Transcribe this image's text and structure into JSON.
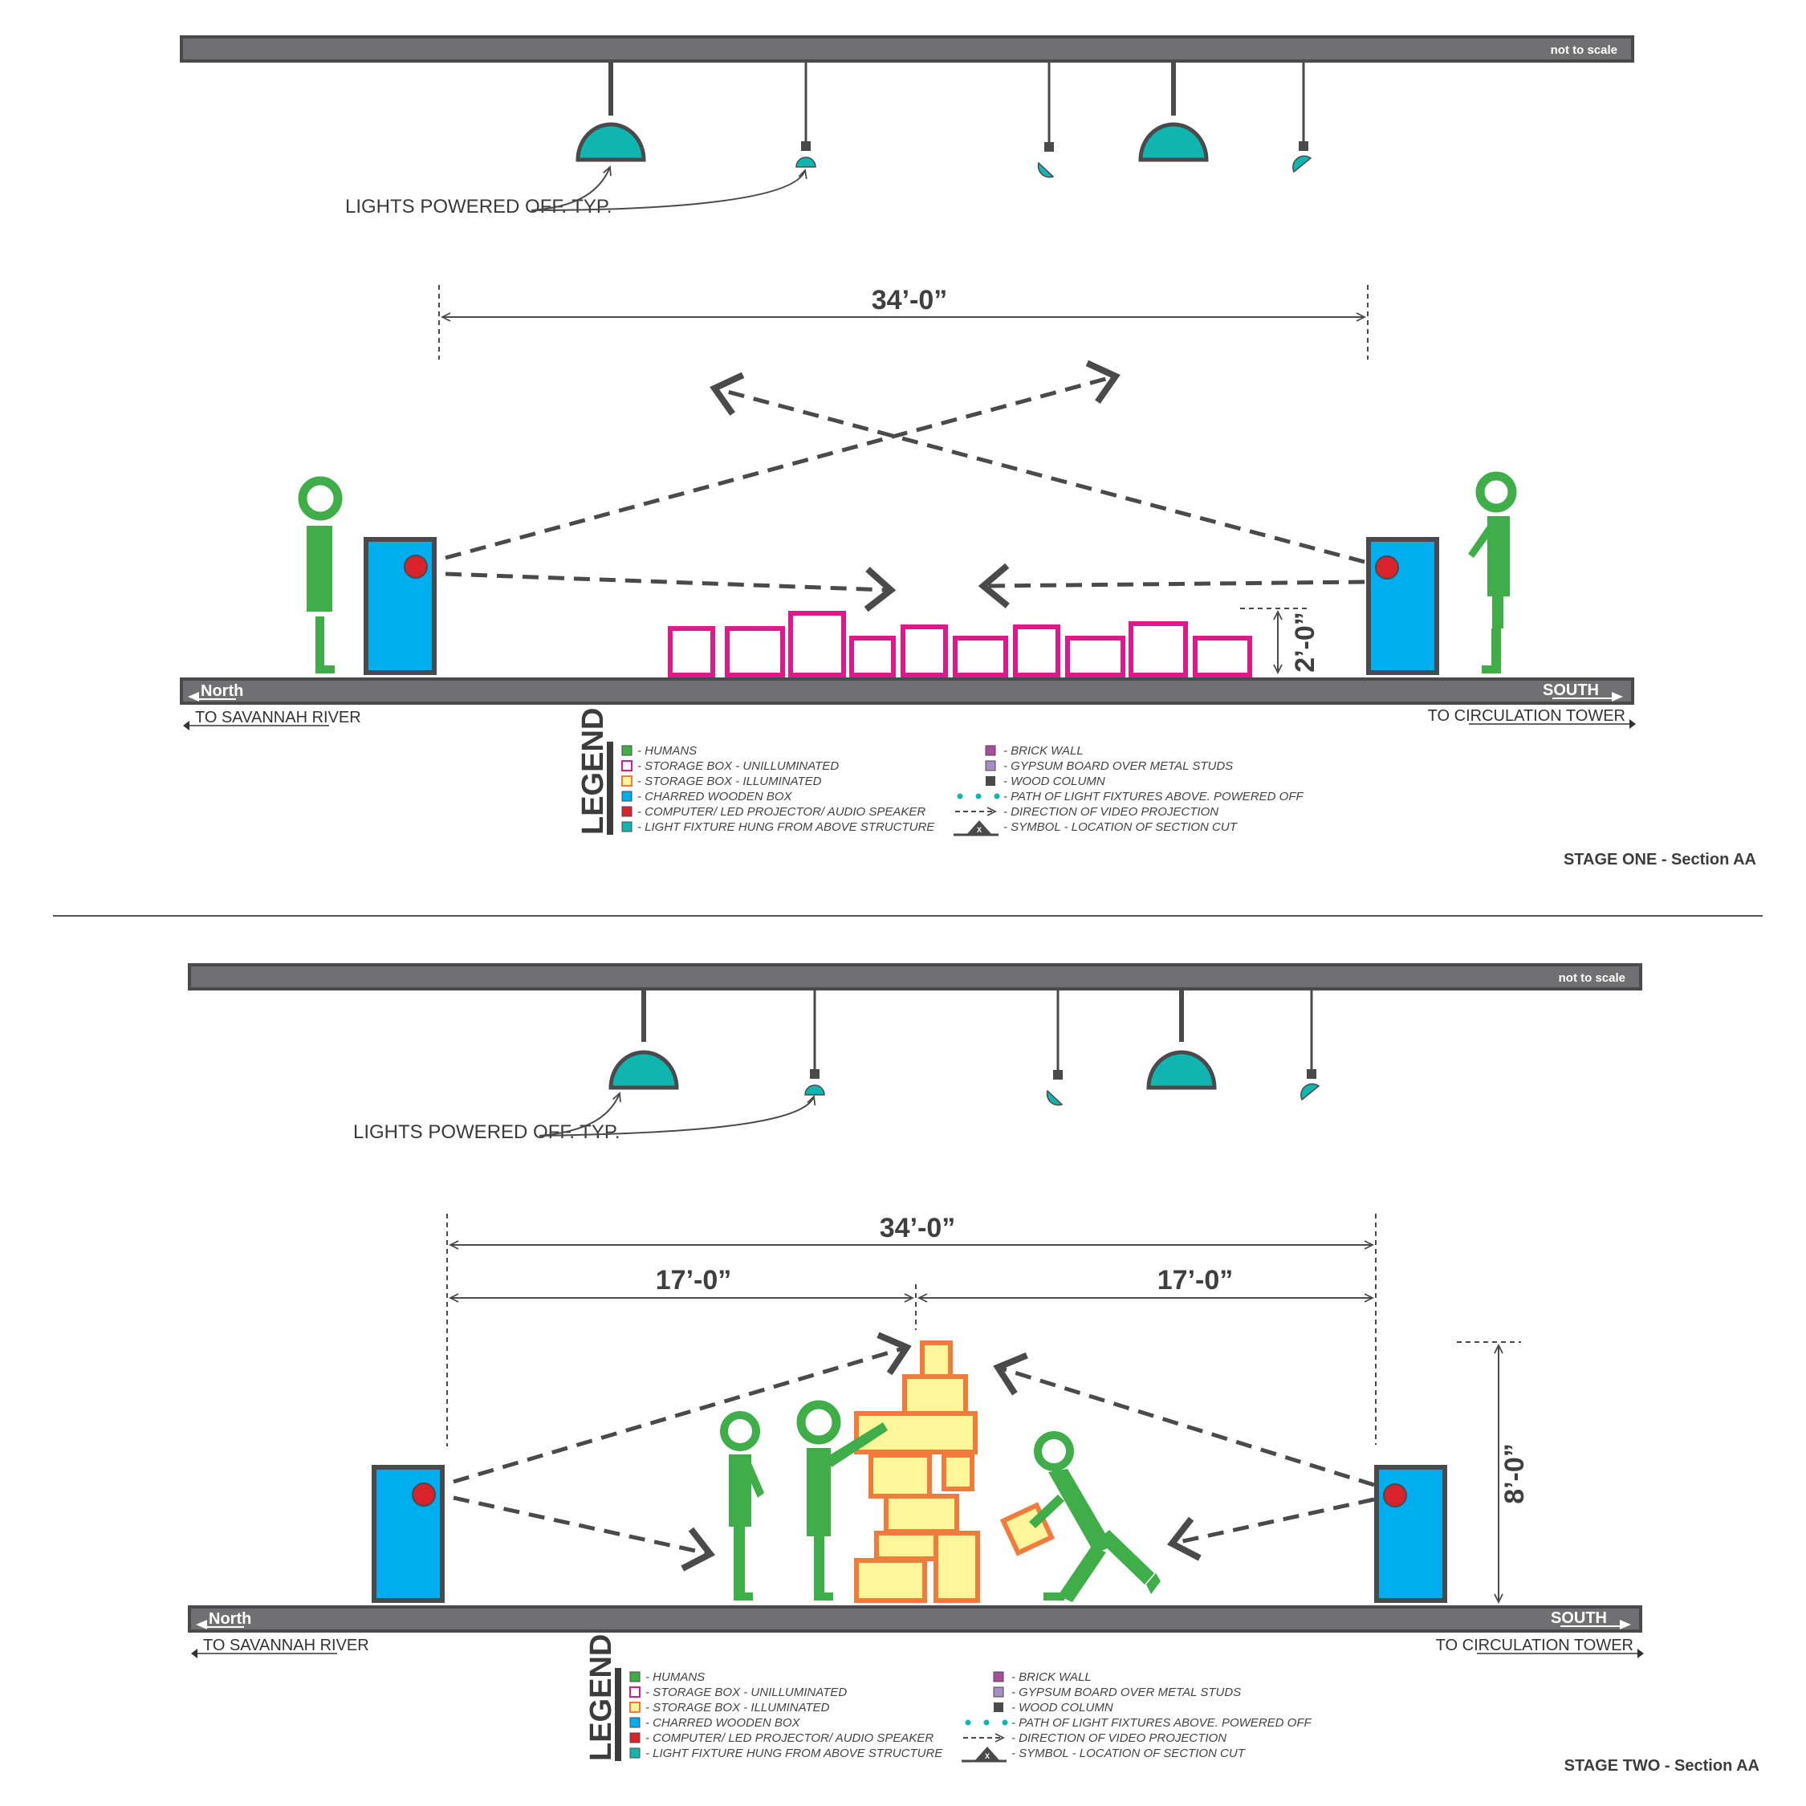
{
  "colors": {
    "structure": "#707072",
    "structure_stroke": "#4a4a4c",
    "human": "#3fae49",
    "storage_unlit": "#e0198b",
    "storage_lit_fill": "#fff59b",
    "storage_lit_stroke": "#f07b3a",
    "charred_box": "#00aeef",
    "projector": "#d8232a",
    "light_fixture": "#10b5b0",
    "brick_wall": "#a64e9c",
    "gypsum": "#a78dc6",
    "wood_column": "#4a4a4c",
    "dash": "#4a4a4c"
  },
  "icons": {
    "pendant_lamp": "dome-lamp-icon",
    "spot_lamp": "spot-lamp-icon",
    "projector": "projector-dot-icon",
    "section_cut": "section-cut-symbol-icon"
  },
  "stage_one": {
    "title": "STAGE ONE - Section AA",
    "scale_note": "not to scale",
    "callout": "LIGHTS POWERED OFF. TYP.",
    "dim_span": "34’-0”",
    "dim_height": "2’-0”",
    "north": "North",
    "south": "SOUTH",
    "north_dest": "TO SAVANNAH RIVER",
    "south_dest": "TO CIRCULATION TOWER"
  },
  "stage_two": {
    "title": "STAGE TWO - Section AA",
    "scale_note": "not to scale",
    "callout": "LIGHTS POWERED OFF. TYP.",
    "dim_span": "34’-0”",
    "dim_half_left": "17’-0”",
    "dim_half_right": "17’-0”",
    "dim_height": "8’-0”",
    "north": "North",
    "south": "SOUTH",
    "north_dest": "TO SAVANNAH RIVER",
    "south_dest": "TO CIRCULATION TOWER"
  },
  "legend": {
    "heading": "LEGEND",
    "left": [
      "- HUMANS",
      "- STORAGE BOX - UNILLUMINATED",
      "- STORAGE BOX - ILLUMINATED",
      "- CHARRED WOODEN BOX",
      "- COMPUTER/ LED PROJECTOR/ AUDIO SPEAKER",
      "- LIGHT FIXTURE HUNG FROM ABOVE STRUCTURE"
    ],
    "right": [
      "- BRICK WALL",
      "- GYPSUM BOARD OVER METAL STUDS",
      "- WOOD COLUMN",
      "- PATH OF LIGHT FIXTURES ABOVE. POWERED OFF",
      "- DIRECTION OF VIDEO PROJECTION",
      "- SYMBOL - LOCATION OF SECTION CUT"
    ]
  }
}
